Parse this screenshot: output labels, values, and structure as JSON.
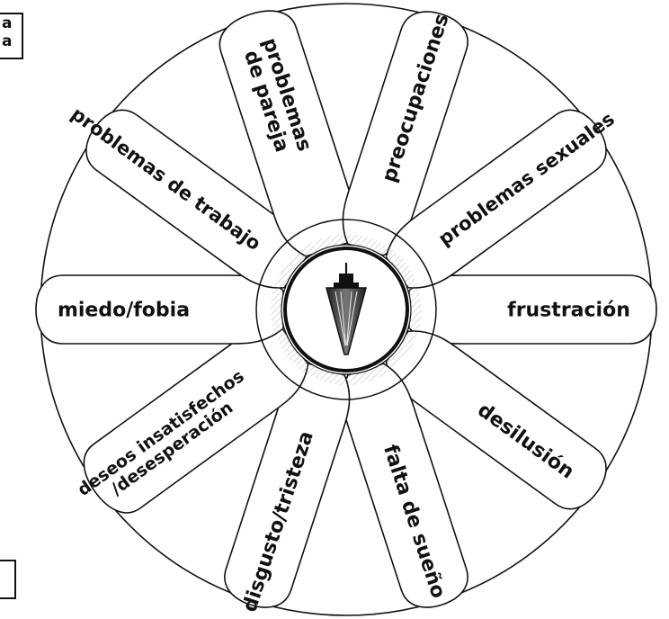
{
  "petals": [
    {
      "id": "frustracion",
      "lines": [
        "frustración"
      ]
    },
    {
      "id": "desilusion",
      "lines": [
        "desilusión"
      ]
    },
    {
      "id": "falta-de-sueno",
      "lines": [
        "falta de sueño"
      ]
    },
    {
      "id": "disgusto-tristeza",
      "lines": [
        "disgusto/tristeza"
      ]
    },
    {
      "id": "deseos-insatisfechos",
      "lines": [
        "deseos insatisfechos",
        "/desesperación"
      ]
    },
    {
      "id": "miedo-fobia",
      "lines": [
        "miedo/fobia"
      ]
    },
    {
      "id": "problemas-de-trabajo",
      "lines": [
        "problemas de trabajo"
      ]
    },
    {
      "id": "problemas-de-pareja",
      "lines": [
        "problemas",
        "de pareja"
      ]
    },
    {
      "id": "preocupaciones",
      "lines": [
        "preocupaciones"
      ]
    },
    {
      "id": "problemas-sexuales",
      "lines": [
        "problemas sexuales"
      ]
    }
  ],
  "corner_top_left": {
    "lines": [
      "a",
      "a"
    ]
  },
  "corner_bottom_left": {
    "lines": [
      ""
    ]
  },
  "colors": {
    "ink": "#111111",
    "paper": "#ffffff",
    "hatch": "#999999"
  },
  "center_icon": "pendulum-icon"
}
